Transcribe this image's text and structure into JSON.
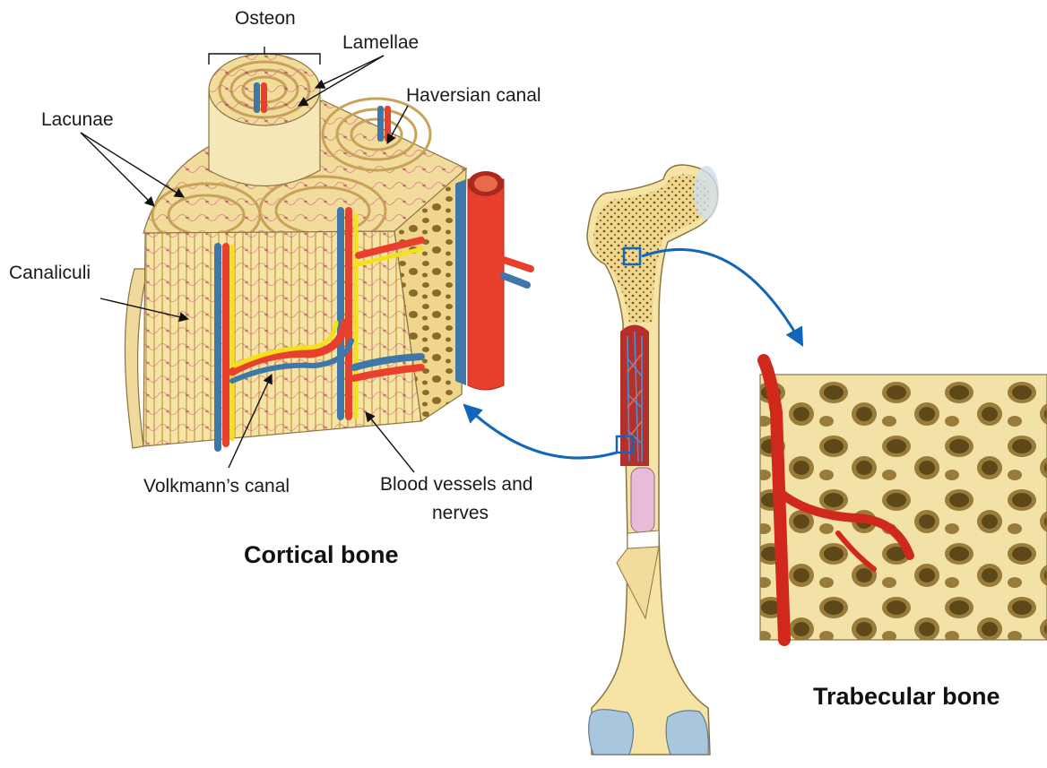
{
  "labels": {
    "osteon": "Osteon",
    "lamellae": "Lamellae",
    "haversian": "Haversian canal",
    "lacunae": "Lacunae",
    "canaliculi": "Canaliculi",
    "volkmann": "Volkmann’s canal",
    "vessels_line1": "Blood vessels and",
    "vessels_line2": "nerves"
  },
  "titles": {
    "cortical": "Cortical bone",
    "trabecular": "Trabecular bone"
  },
  "colors": {
    "bone": "#f6e3a6",
    "bone_dark": "#e8c878",
    "lamella": "#c9a25a",
    "artery": "#e8402d",
    "vein": "#3f77a8",
    "nerve": "#f5e11b",
    "marrow": "#b5302a",
    "cartilage": "#a9c6dd",
    "pointer": "#1166bb",
    "trab_cavity": "#9a7c3a"
  }
}
